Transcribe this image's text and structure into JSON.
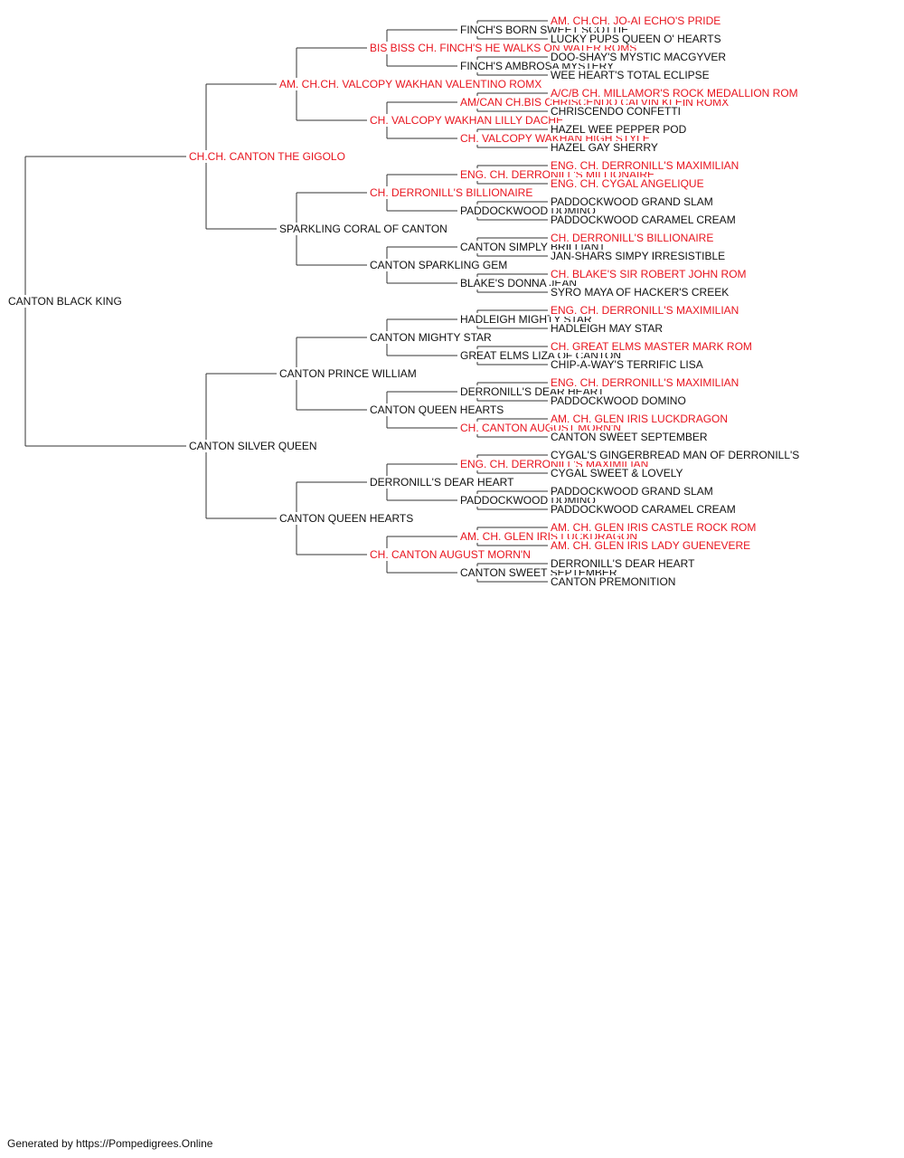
{
  "colors": {
    "champion": "#e8141e",
    "normal": "#111111",
    "line": "#333333"
  },
  "pedigree": {
    "name": "CANTON BLACK KING",
    "champion": false,
    "sire": {
      "name": "CH.CH. CANTON THE GIGOLO",
      "champion": true,
      "sire": {
        "name": "AM. CH.CH. VALCOPY WAKHAN VALENTINO ROMX",
        "champion": true,
        "sire": {
          "name": "BIS BISS CH. FINCH'S HE WALKS ON WATER ROMS",
          "champion": true,
          "sire": {
            "name": "FINCH'S BORN SWEET SCOTTIE",
            "champion": false,
            "sire": {
              "name": "AM. CH.CH. JO-AI ECHO'S PRIDE",
              "champion": true
            },
            "dam": {
              "name": "LUCKY PUPS QUEEN O' HEARTS",
              "champion": false
            }
          },
          "dam": {
            "name": "FINCH'S AMBROSA MYSTERY",
            "champion": false,
            "sire": {
              "name": "DOO-SHAY'S MYSTIC MACGYVER",
              "champion": false
            },
            "dam": {
              "name": "WEE HEART'S TOTAL ECLIPSE",
              "champion": false
            }
          }
        },
        "dam": {
          "name": "CH. VALCOPY WAKHAN LILLY DACHE",
          "champion": true,
          "sire": {
            "name": "AM/CAN CH.BIS CHRISCENDO CALVIN KLEIN ROMX",
            "champion": true,
            "sire": {
              "name": "A/C/B CH. MILLAMOR'S ROCK MEDALLION ROM",
              "champion": true
            },
            "dam": {
              "name": "CHRISCENDO CONFETTI",
              "champion": false
            }
          },
          "dam": {
            "name": "CH. VALCOPY WAKHAN HIGH STYLE",
            "champion": true,
            "sire": {
              "name": "HAZEL WEE PEPPER POD",
              "champion": false
            },
            "dam": {
              "name": "HAZEL GAY SHERRY",
              "champion": false
            }
          }
        }
      },
      "dam": {
        "name": "SPARKLING CORAL OF CANTON",
        "champion": false,
        "sire": {
          "name": "CH. DERRONILL'S BILLIONAIRE",
          "champion": true,
          "sire": {
            "name": "ENG. CH. DERRONILL'S MILLIONAIRE",
            "champion": true,
            "sire": {
              "name": "ENG. CH. DERRONILL'S MAXIMILIAN",
              "champion": true
            },
            "dam": {
              "name": "ENG. CH. CYGAL ANGELIQUE",
              "champion": true
            }
          },
          "dam": {
            "name": "PADDOCKWOOD DOMINO",
            "champion": false,
            "sire": {
              "name": "PADDOCKWOOD GRAND SLAM",
              "champion": false
            },
            "dam": {
              "name": "PADDOCKWOOD CARAMEL CREAM",
              "champion": false
            }
          }
        },
        "dam": {
          "name": "CANTON SPARKLING GEM",
          "champion": false,
          "sire": {
            "name": "CANTON SIMPLY BRILLIANT",
            "champion": false,
            "sire": {
              "name": "CH. DERRONILL'S BILLIONAIRE",
              "champion": true
            },
            "dam": {
              "name": "JAN-SHARS SIMPY IRRESISTIBLE",
              "champion": false
            }
          },
          "dam": {
            "name": "BLAKE'S DONNA JEAN",
            "champion": false,
            "sire": {
              "name": "CH. BLAKE'S SIR ROBERT JOHN ROM",
              "champion": true
            },
            "dam": {
              "name": "SYRO MAYA OF HACKER'S CREEK",
              "champion": false
            }
          }
        }
      }
    },
    "dam": {
      "name": "CANTON SILVER QUEEN",
      "champion": false,
      "sire": {
        "name": "CANTON PRINCE WILLIAM",
        "champion": false,
        "sire": {
          "name": "CANTON MIGHTY STAR",
          "champion": false,
          "sire": {
            "name": "HADLEIGH MIGHTY STAR",
            "champion": false,
            "sire": {
              "name": "ENG. CH. DERRONILL'S MAXIMILIAN",
              "champion": true
            },
            "dam": {
              "name": "HADLEIGH MAY STAR",
              "champion": false
            }
          },
          "dam": {
            "name": "GREAT ELMS LIZA OF CANTON",
            "champion": false,
            "sire": {
              "name": "CH. GREAT ELMS MASTER MARK ROM",
              "champion": true
            },
            "dam": {
              "name": "CHIP-A-WAY'S TERRIFIC LISA",
              "champion": false
            }
          }
        },
        "dam": {
          "name": "CANTON QUEEN HEARTS",
          "champion": false,
          "sire": {
            "name": "DERRONILL'S DEAR HEART",
            "champion": false,
            "sire": {
              "name": "ENG. CH. DERRONILL'S MAXIMILIAN",
              "champion": true
            },
            "dam": {
              "name": "PADDOCKWOOD DOMINO",
              "champion": false
            }
          },
          "dam": {
            "name": "CH. CANTON AUGUST MORN'N",
            "champion": true,
            "sire": {
              "name": "AM. CH. GLEN IRIS LUCKDRAGON",
              "champion": true
            },
            "dam": {
              "name": "CANTON SWEET SEPTEMBER",
              "champion": false
            }
          }
        }
      },
      "dam": {
        "name": "CANTON QUEEN HEARTS",
        "champion": false,
        "sire": {
          "name": "DERRONILL'S DEAR HEART",
          "champion": false,
          "sire": {
            "name": "ENG. CH. DERRONILL'S MAXIMILIAN",
            "champion": true,
            "sire": {
              "name": "CYGAL'S GINGERBREAD MAN OF DERRONILL'S",
              "champion": false
            },
            "dam": {
              "name": "CYGAL SWEET & LOVELY",
              "champion": false
            }
          },
          "dam": {
            "name": "PADDOCKWOOD DOMINO",
            "champion": false,
            "sire": {
              "name": "PADDOCKWOOD GRAND SLAM",
              "champion": false
            },
            "dam": {
              "name": "PADDOCKWOOD CARAMEL CREAM",
              "champion": false
            }
          }
        },
        "dam": {
          "name": "CH. CANTON AUGUST MORN'N",
          "champion": true,
          "sire": {
            "name": "AM. CH. GLEN IRIS LUCKDRAGON",
            "champion": true,
            "sire": {
              "name": "AM. CH. GLEN IRIS CASTLE ROCK ROM",
              "champion": true
            },
            "dam": {
              "name": "AM. CH. GLEN IRIS LADY GUENEVERE",
              "champion": true
            }
          },
          "dam": {
            "name": "CANTON SWEET SEPTEMBER",
            "champion": false,
            "sire": {
              "name": "DERRONILL'S DEAR HEART",
              "champion": false
            },
            "dam": {
              "name": "CANTON PREMONITION",
              "champion": false
            }
          }
        }
      }
    }
  },
  "footer": "Generated by https://Pompedigrees.Online"
}
